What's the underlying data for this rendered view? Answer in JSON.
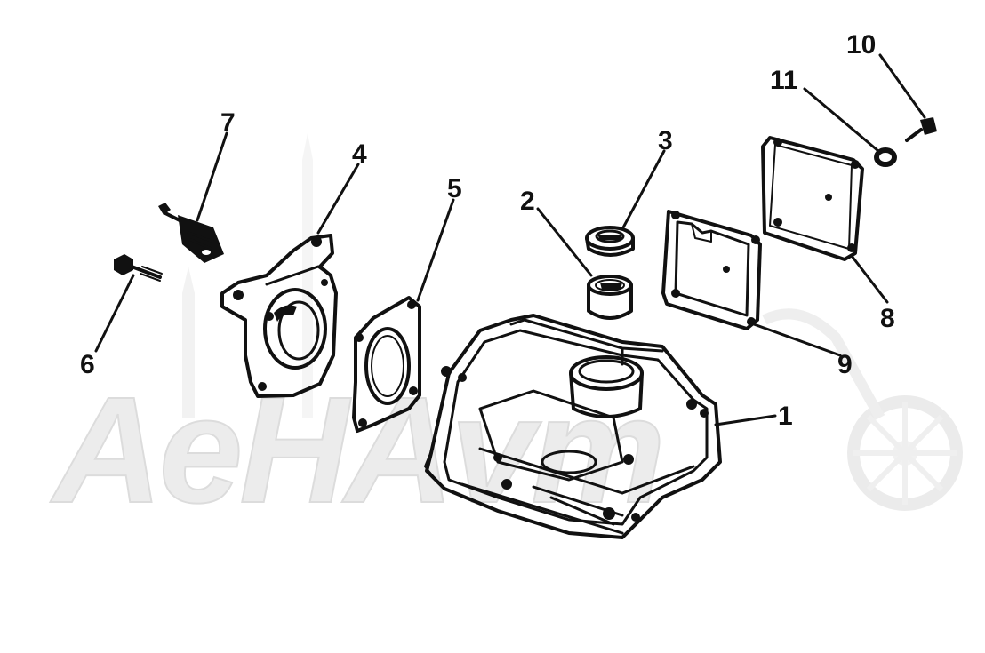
{
  "watermark": {
    "text": "AeHAvm"
  },
  "callouts": [
    {
      "id": "1",
      "label": "1"
    },
    {
      "id": "2",
      "label": "2"
    },
    {
      "id": "3",
      "label": "3"
    },
    {
      "id": "4",
      "label": "4"
    },
    {
      "id": "5",
      "label": "5"
    },
    {
      "id": "6",
      "label": "6"
    },
    {
      "id": "7",
      "label": "7"
    },
    {
      "id": "8",
      "label": "8"
    },
    {
      "id": "9",
      "label": "9"
    },
    {
      "id": "10",
      "label": "10"
    },
    {
      "id": "11",
      "label": "11"
    }
  ],
  "colors": {
    "ink": "#111111",
    "watermark": "#ececec",
    "background": "#ffffff"
  }
}
